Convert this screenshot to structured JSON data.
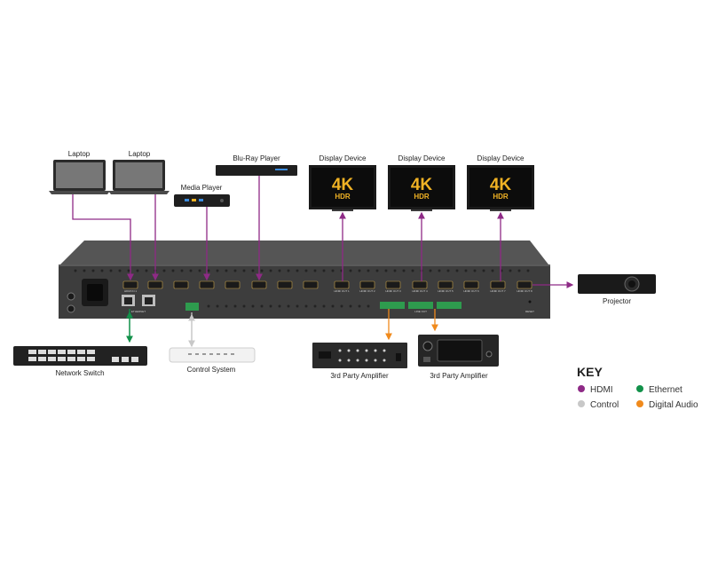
{
  "devices": {
    "laptop_1": "Laptop",
    "laptop_2": "Laptop",
    "media_player": "Media Player",
    "bluray_player": "Blu-Ray Player",
    "display_1": "Display Device",
    "display_2": "Display Device",
    "display_3": "Display Device",
    "projector": "Projector",
    "network_switch": "Network Switch",
    "control_system": "Control System",
    "amplifier_1": "3rd Party Amplifier",
    "amplifier_2": "3rd Party Amplifier"
  },
  "display_badge": {
    "big": "4K",
    "small": "HDR"
  },
  "key": {
    "title": "KEY",
    "items": [
      {
        "label": "HDMI",
        "color": "#8e2a86"
      },
      {
        "label": "Ethernet",
        "color": "#12914a"
      },
      {
        "label": "Control",
        "color": "#c8c8c8"
      },
      {
        "label": "Digital Audio",
        "color": "#f08a1c"
      }
    ]
  },
  "colors": {
    "hdmi": "#8e2a86",
    "ethernet": "#12914a",
    "control": "#c8c8c8",
    "digital_audio": "#f08a1c",
    "chassis": "#3d3d3d"
  },
  "panel_labels": {
    "hdmi_in_1": "HDMI IN 1",
    "hdmi_out_1": "HDMI OUT 1",
    "hdmi_out_2": "HDMI OUT 2",
    "hdmi_out_3": "HDMI OUT 3",
    "hdmi_out_4": "HDMI OUT 4",
    "hdmi_out_5": "HDMI OUT 5",
    "hdmi_out_6": "HDMI OUT 6",
    "hdmi_out_7": "HDMI OUT 7",
    "hdmi_out_8": "HDMI OUT 8",
    "ethernet": "ETHERNET",
    "line_out": "LINE OUT",
    "reset": "RESET"
  }
}
